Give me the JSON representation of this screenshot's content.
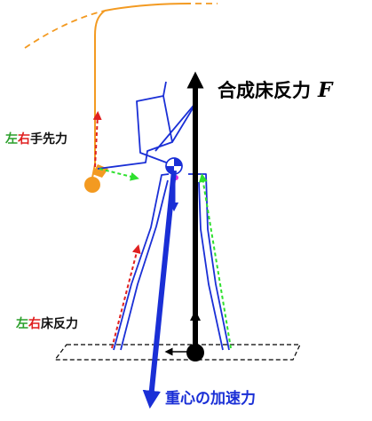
{
  "labels": {
    "hand_force": {
      "left": "左",
      "right": "右",
      "rest": "手先力"
    },
    "floor_force": {
      "left": "左",
      "right": "右",
      "rest": "床反力"
    },
    "resultant_force": {
      "text": "合成床反力",
      "symbol": "F"
    },
    "com_acceleration": {
      "text": "重心の加速力"
    }
  },
  "colors": {
    "left_side": "#2ca02c",
    "right_side": "#e02020",
    "body_lines": "#1a2fd6",
    "orange": "#f39a21",
    "black": "#000000",
    "acceleration_text": "#1a2fd6"
  }
}
